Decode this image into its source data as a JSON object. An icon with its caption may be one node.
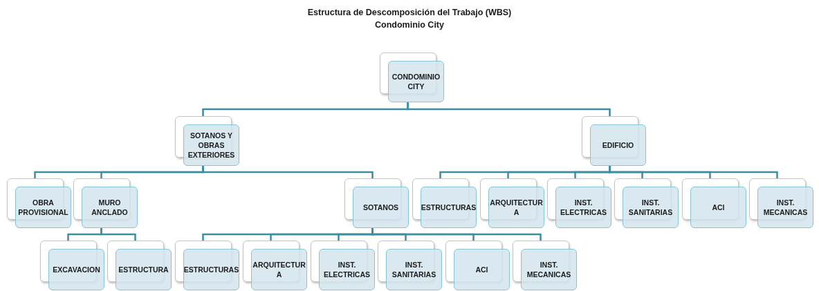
{
  "diagram": {
    "title": "Estructura de Descomposición del Trabajo (WBS)",
    "nodes": [
      {
        "text": [
          "CONDOMINIO CITY"
        ]
      },
      {
        "text": [
          "SOTANOS Y OBRAS EXTERIORES"
        ]
      },
      {
        "text": [
          "EDIFICIO"
        ]
      },
      {
        "text": [
          "OBRA PROVISIONAL"
        ]
      },
      {
        "text": [
          "MURO ANCLADO"
        ]
      },
      {
        "text": [
          "SOTANOS"
        ]
      },
      {
        "text": [
          "EXCAVACION"
        ]
      },
      {
        "text": [
          "ESTRUCTURA"
        ]
      },
      {
        "text": [
          "ESTRUCTURAS"
        ]
      },
      {
        "text": [
          "ARQUITECTUR A"
        ]
      },
      {
        "text": [
          "INST. ELECTRICAS"
        ]
      },
      {
        "text": [
          "INST. SANITARIAS"
        ]
      },
      {
        "text": [
          "ACI"
        ]
      },
      {
        "text": [
          "INST. MECANICAS"
        ]
      },
      {
        "text": [
          "ESTRUCTURAS"
        ]
      },
      {
        "text": [
          "ARQUITECTUR A"
        ]
      },
      {
        "text": [
          "INST. ELECTRICAS"
        ]
      },
      {
        "text": [
          "INST. SANITARIAS"
        ]
      },
      {
        "text": [
          "ACI"
        ]
      },
      {
        "text": [
          "INST. MECANICAS"
        ]
      }
    ],
    "edges": [
      {
        "from": 0,
        "to": 1,
        "arrow": "none"
      },
      {
        "from": 0,
        "to": 2,
        "arrow": "none"
      },
      {
        "from": 1,
        "to": 3,
        "arrow": "none"
      },
      {
        "from": 1,
        "to": 4,
        "arrow": "none"
      },
      {
        "from": 1,
        "to": 5,
        "arrow": "none"
      },
      {
        "from": 4,
        "to": 6,
        "arrow": "none"
      },
      {
        "from": 4,
        "to": 7,
        "arrow": "none"
      },
      {
        "from": 5,
        "to": 8,
        "arrow": "none"
      },
      {
        "from": 5,
        "to": 9,
        "arrow": "none"
      },
      {
        "from": 5,
        "to": 10,
        "arrow": "none"
      },
      {
        "from": 5,
        "to": 11,
        "arrow": "none"
      },
      {
        "from": 5,
        "to": 12,
        "arrow": "none"
      },
      {
        "from": 5,
        "to": 13,
        "arrow": "none"
      },
      {
        "from": 2,
        "to": 14,
        "arrow": "none"
      },
      {
        "from": 2,
        "to": 15,
        "arrow": "none"
      },
      {
        "from": 2,
        "to": 16,
        "arrow": "none"
      },
      {
        "from": 2,
        "to": 17,
        "arrow": "none"
      },
      {
        "from": 2,
        "to": 18,
        "arrow": "none"
      },
      {
        "from": 2,
        "to": 19,
        "arrow": "none"
      }
    ],
    "labels": [
      "Condominio City"
    ]
  }
}
